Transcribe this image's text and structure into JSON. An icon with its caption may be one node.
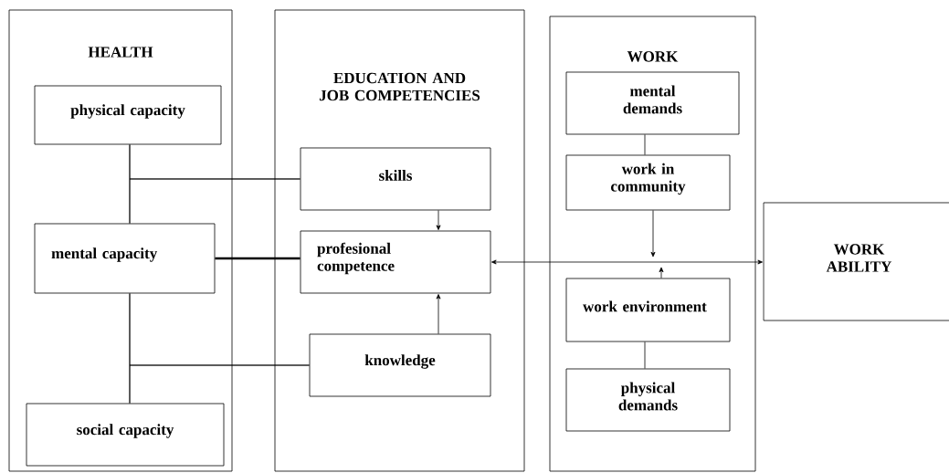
{
  "diagram": {
    "nodes": [
      {
        "text": [
          "HEALTH"
        ]
      },
      {
        "text": [
          "physical capacity"
        ],
        "in": 0
      },
      {
        "text": [
          "mental capacity"
        ],
        "in": 0
      },
      {
        "text": [
          "social capacity"
        ],
        "in": 0
      },
      {
        "text": [
          "EDUCATION AND JOB COMPETENCIES"
        ]
      },
      {
        "text": [
          "skills"
        ],
        "in": 4
      },
      {
        "text": [
          "profesional competence"
        ],
        "in": 4
      },
      {
        "text": [
          "knowledge"
        ],
        "in": 4
      },
      {
        "text": [
          "WORK"
        ]
      },
      {
        "text": [
          "mental demands"
        ],
        "in": 8
      },
      {
        "text": [
          "work in community"
        ],
        "in": 8
      },
      {
        "text": [
          "work environment"
        ],
        "in": 8
      },
      {
        "text": [
          "physical demands"
        ],
        "in": 8
      },
      {
        "text": [
          "WORK ABILITY"
        ]
      }
    ],
    "edges": [
      {
        "from": 1,
        "to": 2,
        "arrow": "none"
      },
      {
        "from": 5,
        "to": 1,
        "arrow": "none"
      },
      {
        "from": 5,
        "to": 2,
        "arrow": "none"
      },
      {
        "from": 2,
        "to": 3,
        "arrow": "none"
      },
      {
        "from": 7,
        "to": 2,
        "arrow": "none"
      },
      {
        "from": 7,
        "to": 3,
        "arrow": "none"
      },
      {
        "from": 2,
        "to": 6,
        "arrow": "none",
        "style": "thick"
      },
      {
        "from": 5,
        "to": 6,
        "arrow": "to"
      },
      {
        "from": 7,
        "to": 6,
        "arrow": "to"
      },
      {
        "from": 9,
        "to": 10,
        "arrow": "none"
      },
      {
        "from": 11,
        "to": 12,
        "arrow": "none"
      },
      {
        "from": 6,
        "to": 13,
        "arrow": "both"
      },
      {
        "from": 10,
        "to": null,
        "arrow": "to"
      },
      {
        "from": 11,
        "to": null,
        "arrow": "to"
      }
    ]
  }
}
